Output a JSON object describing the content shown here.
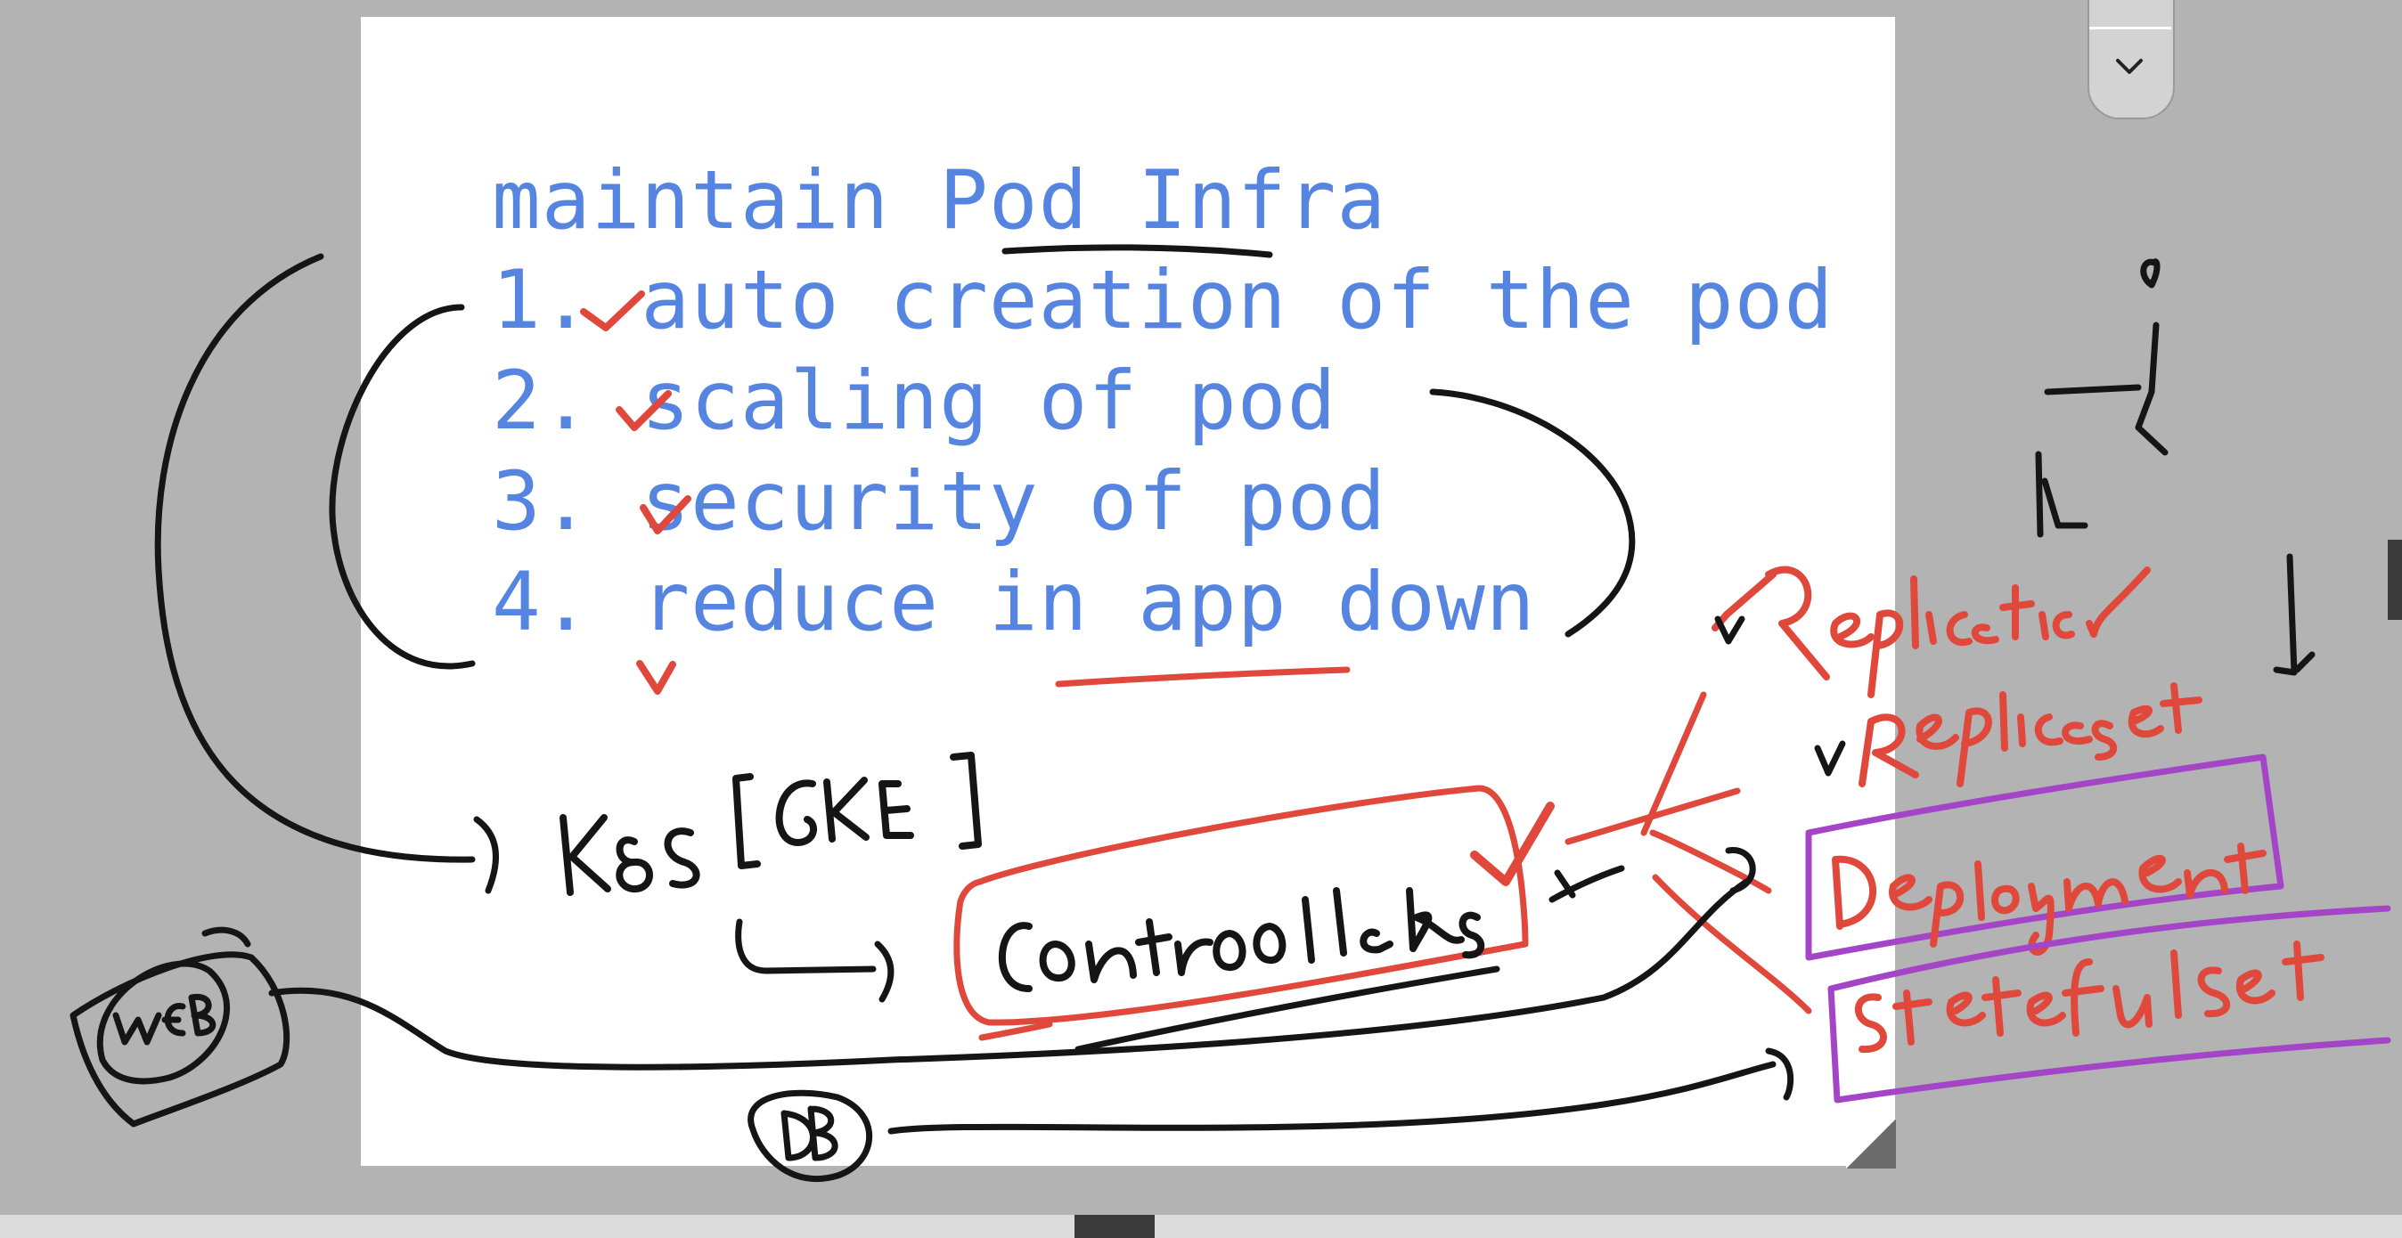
{
  "note": {
    "title": "maintain Pod Infra",
    "items": [
      "1. auto creation of the pod",
      "2. scaling of pod",
      "3. security of pod",
      "4. reduce in app down"
    ]
  },
  "handwriting": {
    "k8s": "K8S",
    "gke": "[GKE]",
    "controllers": "Controllers",
    "replication": "Replication",
    "replicaset": "Replicaset",
    "deployment": "Deployment",
    "statefulset": "Statefulset",
    "web": "WEB",
    "db": "DB"
  },
  "icons": {
    "zoom_toggle": "chevron-down-icon"
  },
  "colors": {
    "typed_text": "#5585e0",
    "ink_red": "#e0483c",
    "ink_black": "#151515",
    "ink_purple": "#a445c7",
    "background": "#b3b3b3"
  }
}
